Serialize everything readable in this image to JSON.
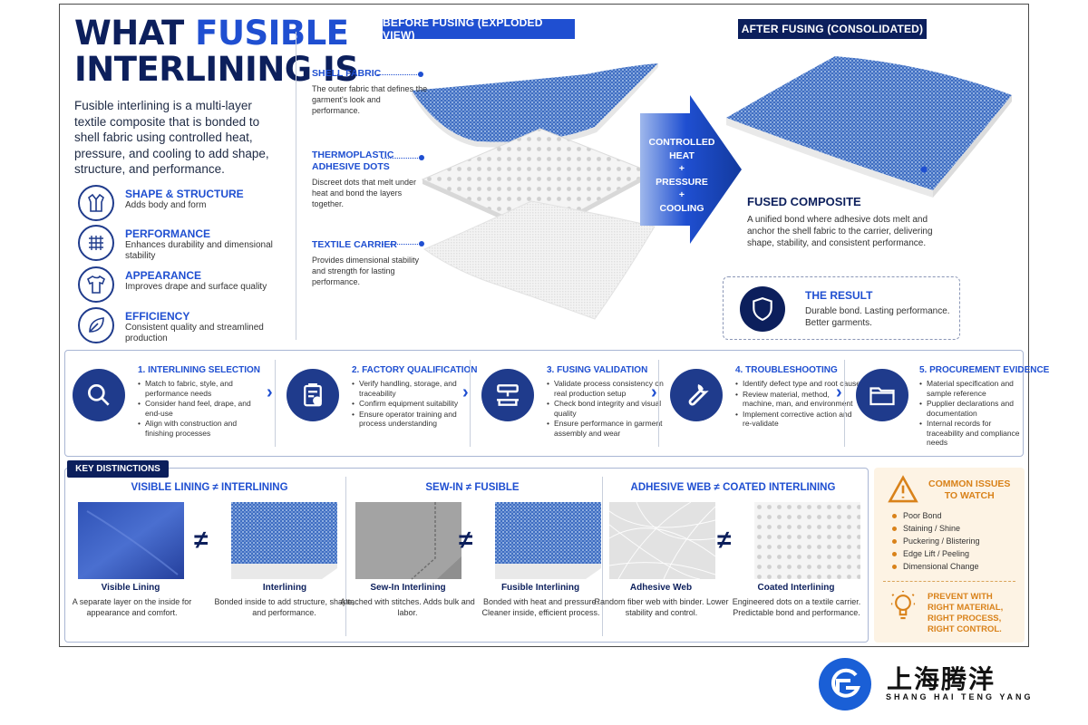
{
  "title": {
    "line1_a": "WHAT ",
    "line1_b": "FUSIBLE",
    "line2": "INTERLINING IS"
  },
  "intro": "Fusible interlining is a multi-layer textile composite that is bonded to shell fabric using controlled heat, pressure, and cooling to add shape, structure, and performance.",
  "benefits": [
    {
      "title": "SHAPE & STRUCTURE",
      "desc": "Adds body and form",
      "icon": "jacket-icon"
    },
    {
      "title": "PERFORMANCE",
      "desc": "Enhances durability and dimensional stability",
      "icon": "grid-icon"
    },
    {
      "title": "APPEARANCE",
      "desc": "Improves drape and surface quality",
      "icon": "tshirt-icon"
    },
    {
      "title": "EFFICIENCY",
      "desc": "Consistent quality and streamlined production",
      "icon": "leaf-icon"
    }
  ],
  "before_header": "BEFORE FUSING (EXPLODED VIEW)",
  "after_header": "AFTER FUSING (CONSOLIDATED)",
  "layers": [
    {
      "title": "SHELL FABRIC",
      "desc": "The outer fabric that defines the garment's look and performance."
    },
    {
      "title": "THERMOPLASTIC ADHESIVE DOTS",
      "desc": "Discreet dots that melt under heat and bond the layers together."
    },
    {
      "title": "TEXTILE CARRIER",
      "desc": "Provides dimensional stability and strength for lasting performance."
    }
  ],
  "process": [
    "CONTROLLED",
    "HEAT",
    "+",
    "PRESSURE",
    "+",
    "COOLING"
  ],
  "fused": {
    "title": "FUSED COMPOSITE",
    "desc": "A unified bond where adhesive dots melt and anchor the shell fabric to the carrier, delivering shape, stability, and consistent performance."
  },
  "result": {
    "title": "THE RESULT",
    "desc": "Durable bond. Lasting performance. Better garments."
  },
  "steps": [
    {
      "title": "1. INTERLINING SELECTION",
      "icon": "magnifier-icon",
      "items": [
        "Match to fabric, style, and performance needs",
        "Consider hand feel, drape, and end-use",
        "Align with construction and finishing processes"
      ]
    },
    {
      "title": "2. FACTORY QUALIFICATION",
      "icon": "clipboard-check-icon",
      "items": [
        "Verify handling, storage, and traceability",
        "Confirm equipment suitability",
        "Ensure operator training and process understanding"
      ]
    },
    {
      "title": "3. FUSING VALIDATION",
      "icon": "fusing-press-icon",
      "items": [
        "Validate process consistency on real production setup",
        "Check bond integrity and visual quality",
        "Ensure performance in garment assembly and wear"
      ]
    },
    {
      "title": "4. TROUBLESHOOTING",
      "icon": "wrench-icon",
      "items": [
        "Identify defect type and root cause",
        "Review material, method, machine, man, and environment",
        "Implement corrective action and re-validate"
      ]
    },
    {
      "title": "5. PROCUREMENT EVIDENCE",
      "icon": "folder-icon",
      "items": [
        "Material specification and sample reference",
        "Pupplier declarations and documentation",
        "Internal records for traceability and compliance needs"
      ]
    }
  ],
  "key_label": "KEY DISTINCTIONS",
  "distinctions": [
    {
      "heading": "VISIBLE LINING ≠ INTERLINING",
      "left": {
        "label": "Visible Lining",
        "desc": "A separate layer on the inside for appearance and comfort."
      },
      "right": {
        "label": "Interlining",
        "desc": "Bonded inside to add structure, shape, and performance."
      }
    },
    {
      "heading": "SEW-IN ≠ FUSIBLE",
      "left": {
        "label": "Sew-In Interlining",
        "desc": "Attached with stitches. Adds bulk and labor."
      },
      "right": {
        "label": "Fusible Interlining",
        "desc": "Bonded with heat and pressure. Cleaner inside, efficient process."
      }
    },
    {
      "heading": "ADHESIVE WEB ≠ COATED INTERLINING",
      "left": {
        "label": "Adhesive Web",
        "desc": "Random fiber web with binder. Lower stability and control."
      },
      "right": {
        "label": "Coated Interlining",
        "desc": "Engineered dots on a textile carrier. Predictable bond and performance."
      }
    }
  ],
  "neq_symbol": "≠",
  "chevron": "›",
  "issues": {
    "title_1": "COMMON ISSUES",
    "title_2": "TO WATCH",
    "items": [
      "Poor Bond",
      "Staining / Shine",
      "Puckering / Blistering",
      "Edge Lift / Peeling",
      "Dimensional Change"
    ],
    "prevent": [
      "PREVENT WITH",
      "RIGHT MATERIAL,",
      "RIGHT PROCESS,",
      "RIGHT CONTROL."
    ]
  },
  "brand": {
    "cn": "上海腾洋",
    "en": "SHANG HAI TENG YANG"
  },
  "colors": {
    "navy": "#0c1f5c",
    "blue": "#1f4fd1",
    "orange": "#d9821a"
  }
}
